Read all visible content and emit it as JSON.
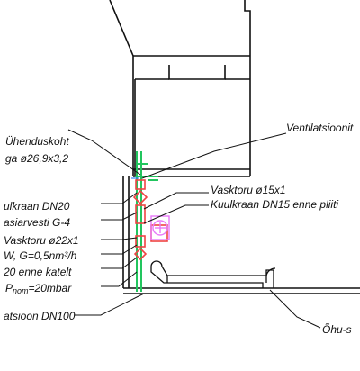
{
  "labels": {
    "uhendus_1": "Ühenduskoht",
    "uhendus_2": "ga ø26,9x3,2",
    "ventilatsioon": "Ventilatsioonit",
    "vasktoru_15": "Vasktoru ø15x1",
    "kuulkraan_15": "Kuulkraan DN15 enne pliiti",
    "kuulkraan_20": "ulkraan DN20",
    "gaasiarvesti": "asiarvesti G-4",
    "vasktoru_22": "Vasktoru ø22x1",
    "flow": "W, G=0,5nm³/h",
    "enne_katelt": "20 enne katelt",
    "pressure_prefix": "P",
    "pressure_sub": "nom",
    "pressure_suffix": "=20mbar",
    "ventilatsioon_dn100": "atsioon DN100",
    "ohu": "Õhu-s"
  },
  "colors": {
    "gas_pipe": "#22c55e",
    "fittings": "#ef4444",
    "meter": "#e879f9",
    "leader": "#111111",
    "wall": "#111111"
  }
}
